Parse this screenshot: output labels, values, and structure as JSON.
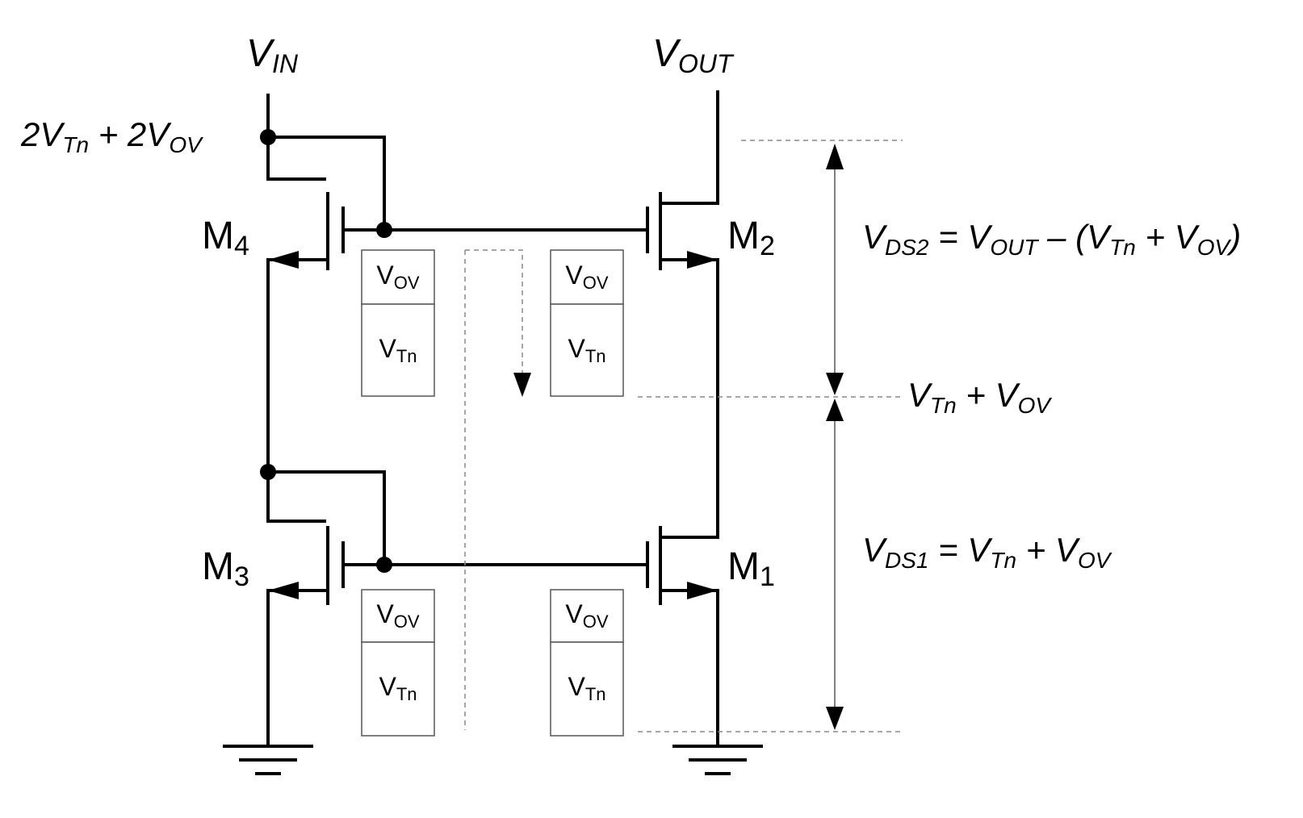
{
  "nodes": {
    "vin": {
      "main": "V",
      "sub": "IN"
    },
    "vout": {
      "main": "V",
      "sub": "OUT"
    },
    "bias": {
      "a": "2V",
      "a_sub": "Tn",
      "b": " + 2V",
      "b_sub": "OV"
    }
  },
  "transistors": {
    "m1": {
      "main": "M",
      "sub": "1"
    },
    "m2": {
      "main": "M",
      "sub": "2"
    },
    "m3": {
      "main": "M",
      "sub": "3"
    },
    "m4": {
      "main": "M",
      "sub": "4"
    }
  },
  "voltage_boxes": {
    "vov": {
      "main": "V",
      "sub": "OV"
    },
    "vtn": {
      "main": "V",
      "sub": "Tn"
    }
  },
  "equations": {
    "vds2": {
      "p1": "V",
      "p1_sub": "DS2",
      "p2": " = V",
      "p2_sub": "OUT",
      "p3": " – (V",
      "p3_sub": "Tn",
      "p4": " + V",
      "p4_sub": "OV",
      "p5": ")"
    },
    "mid": {
      "p1": "V",
      "p1_sub": "Tn",
      "p2": " + V",
      "p2_sub": "OV"
    },
    "vds1": {
      "p1": "V",
      "p1_sub": "DS1",
      "p2": " = V",
      "p2_sub": "Tn",
      "p3": " + V",
      "p3_sub": "OV"
    }
  }
}
